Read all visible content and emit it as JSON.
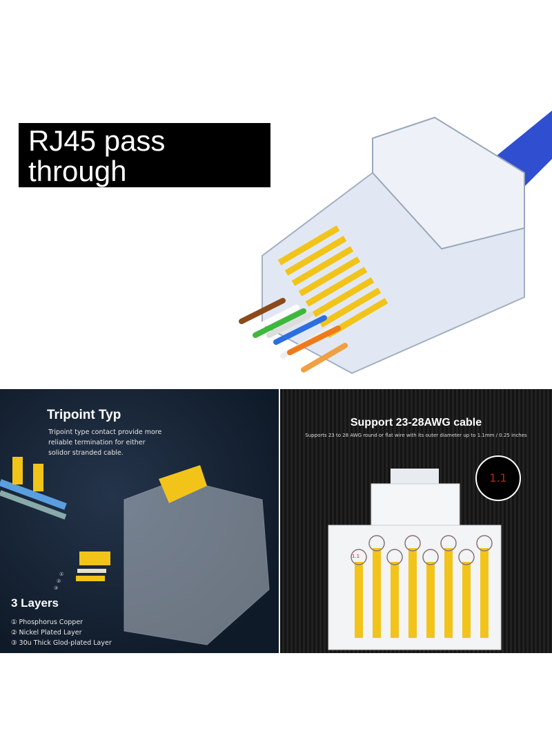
{
  "hero": {
    "title_line1": "RJ45 pass through",
    "title_line2": "Connectors"
  },
  "tripoint": {
    "heading": "Tripoint Typ",
    "desc_line1": "Tripoint type contact provide more",
    "desc_line2": "reliable termination for either",
    "desc_line3": "solidor stranded cable.",
    "layers_heading": "3 Layers",
    "layers": [
      "① Phosphorus Copper",
      "② Nickel Plated Layer",
      "③ 30u Thick Glod-plated Layer"
    ],
    "callouts": [
      "①",
      "②",
      "③"
    ]
  },
  "awg": {
    "heading": "Support 23-28AWG cable",
    "desc": "Supports 23 to 28 AWG round or flat wire with its outer diameter up to 1.1mm / 0.25 inches",
    "diameter": "1.1",
    "hole_label": "1.1"
  },
  "colors": {
    "cable": "#2f4fd0",
    "gold": "#f2c41a",
    "accent_red": "#d01818"
  }
}
